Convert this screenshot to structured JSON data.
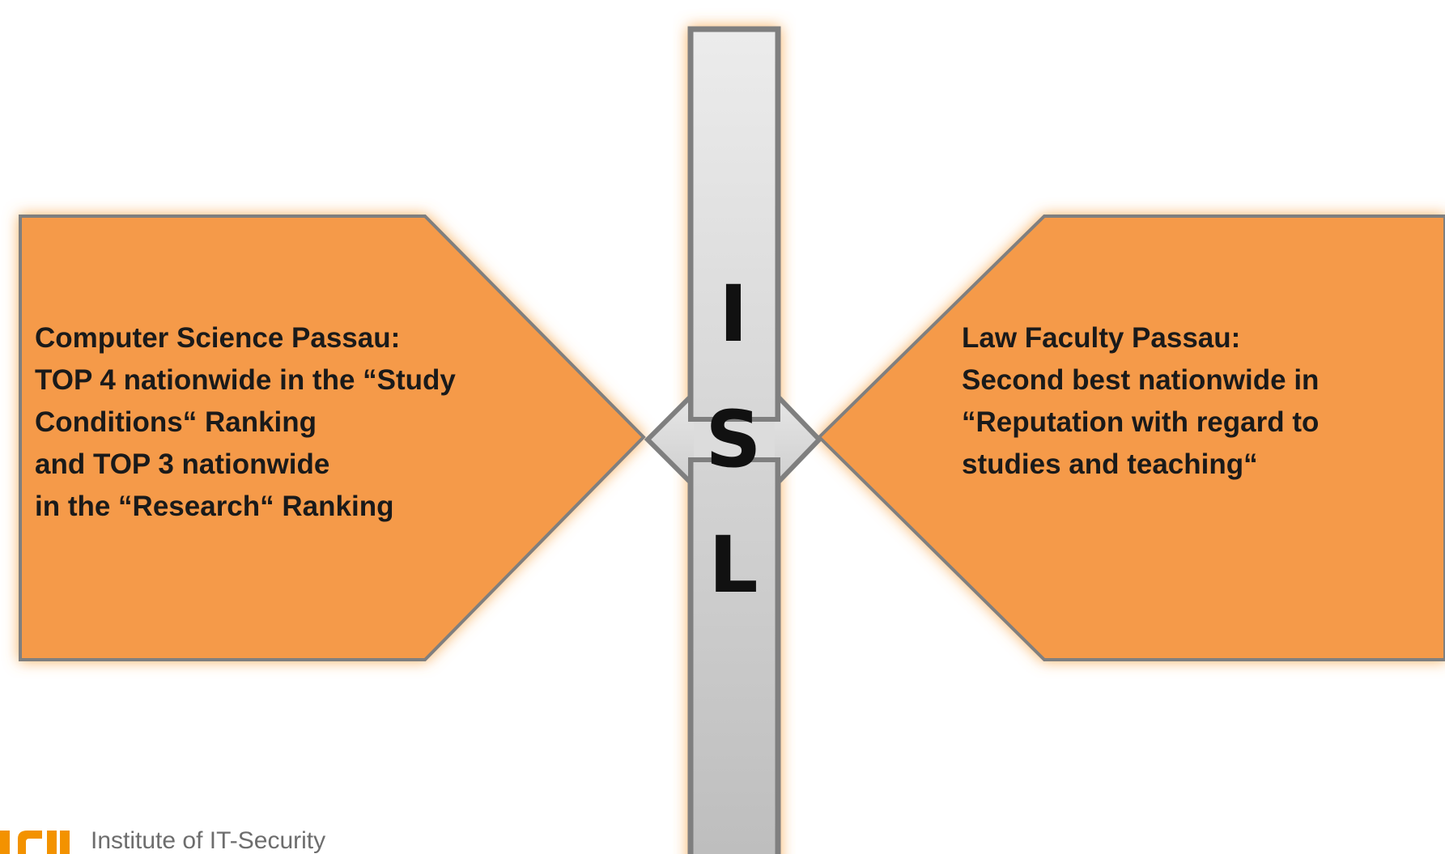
{
  "pillar": {
    "letters": [
      "I",
      "S",
      "L"
    ],
    "fill_top": "#e8e8e8",
    "fill_bottom": "#bdbdbd",
    "border": "#7f7f7f",
    "glow": "#f7a64a"
  },
  "left_panel": {
    "lines": [
      "Computer Science Passau:",
      "TOP 4 nationwide  in the “Study",
      "Conditions“ Ranking",
      "and TOP 3  nationwide",
      "in the “Research“ Ranking"
    ],
    "fill": "#f59a4a",
    "border": "#7f7f7f"
  },
  "right_panel": {
    "lines": [
      "Law Faculty Passau:",
      "Second best nationwide in",
      "“Reputation with regard to",
      "studies and teaching“"
    ],
    "fill": "#f59a4a",
    "border": "#7f7f7f"
  },
  "footer": {
    "logo_icon": "institute-logo-icon",
    "logo_text": "Institute of IT-Security",
    "logo_color": "#f39200"
  }
}
